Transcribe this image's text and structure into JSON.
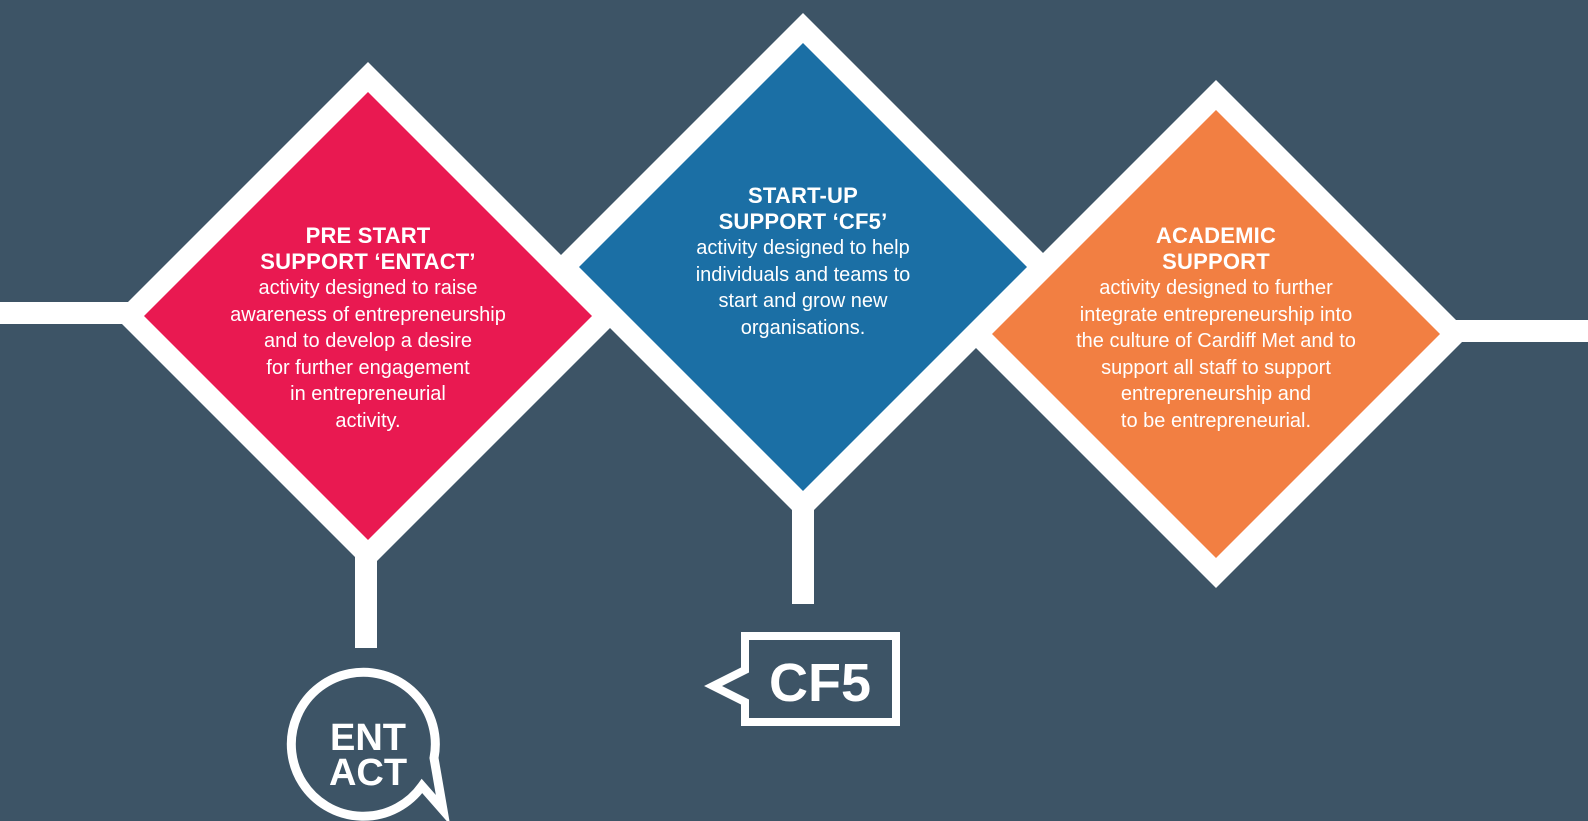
{
  "colors": {
    "background": "#3d5466",
    "connector": "#ffffff",
    "entact": "#e91951",
    "cf5": "#1b6fa5",
    "academic": "#f27f42"
  },
  "cards": [
    {
      "key": "entact",
      "title": "PRE START\nSUPPORT ‘ENTACT’",
      "body": "activity designed to raise\nawareness of entrepreneurship\nand to develop a desire\nfor further engagement\nin entrepreneurial\nactivity."
    },
    {
      "key": "cf5",
      "title": "START-UP\nSUPPORT ‘CF5’",
      "body": "activity designed to help\nindividuals and teams to\nstart and grow new\norganisations."
    },
    {
      "key": "academic",
      "title": "ACADEMIC\nSUPPORT",
      "body": "activity designed to further\nintegrate entrepreneurship into\nthe culture of Cardiff Met and to\nsupport all staff to support\nentrepreneurship and\nto be entrepreneurial."
    }
  ],
  "logos": {
    "entact_line1": "ENT",
    "entact_line2": "ACT",
    "cf5": "CF5"
  }
}
